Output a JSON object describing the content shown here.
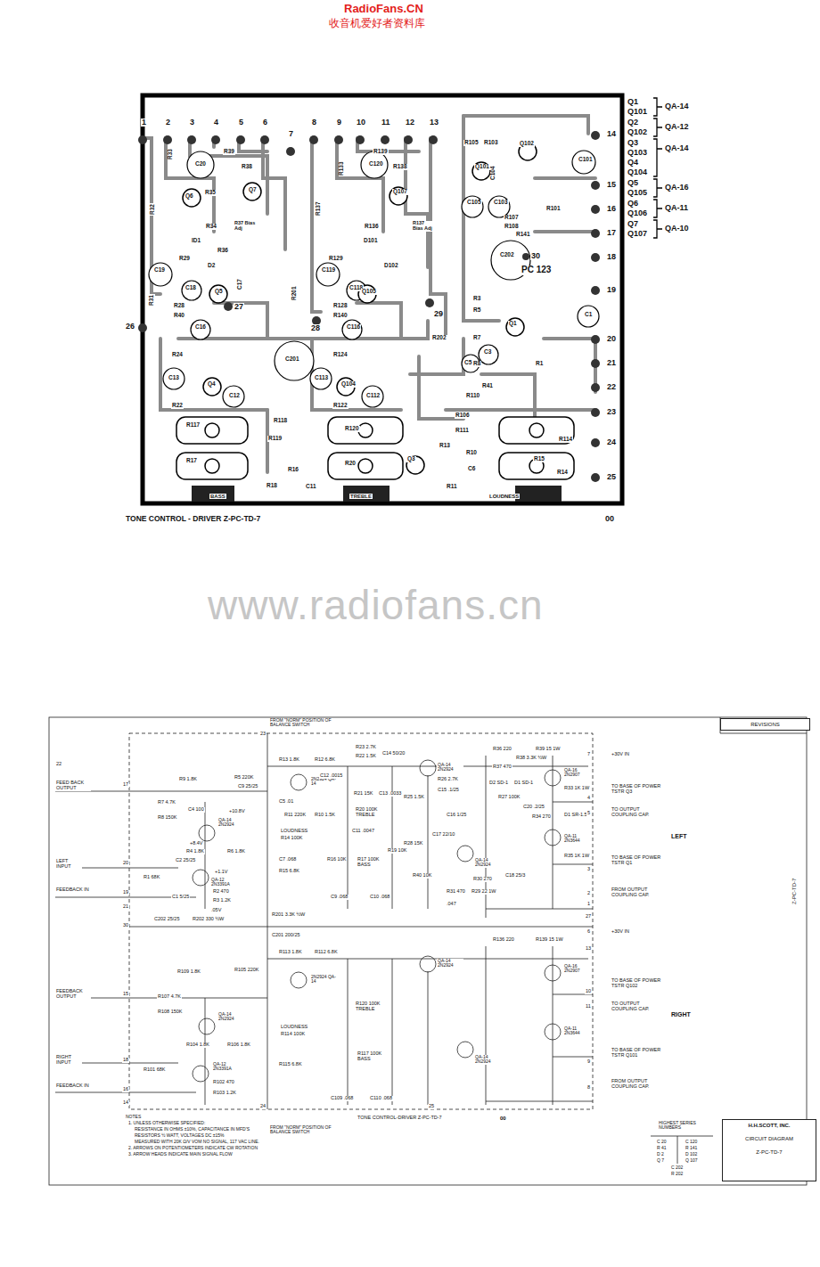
{
  "diagram": {
    "nodes": [
      {
        "text": [
          "REVISIONS"
        ]
      },
      {
        "text": [
          "H.H.SCOTT, INC.",
          "CIRCUIT DIAGRAM",
          "Z-PC-TD-7"
        ]
      }
    ],
    "labels": [
      "RadioFans.CN",
      "收音机爱好者资料库",
      "1",
      "2",
      "3",
      "4",
      "5",
      "6",
      "7",
      "8",
      "9",
      "10",
      "11",
      "12",
      "13",
      "14",
      "15",
      "16",
      "17",
      "18",
      "19",
      "20",
      "21",
      "22",
      "23",
      "24",
      "25",
      "26",
      "27",
      "28",
      "29",
      "30",
      "PC 123",
      "Q1",
      "Q101",
      "QA-14",
      "Q2",
      "Q102",
      "QA-12",
      "Q3",
      "Q103",
      "Q4",
      "Q104",
      "QA-14",
      "Q5",
      "Q105",
      "QA-16",
      "Q6",
      "Q106",
      "QA-11",
      "Q7",
      "Q107",
      "QA-10",
      "R33",
      "C20",
      "R39",
      "R38",
      "R32",
      "Q6",
      "R35",
      "Q7",
      "R34",
      "R37 Bias Adj",
      "ID1",
      "R36",
      "D2",
      "R29",
      "C19",
      "C18",
      "Q5",
      "R28",
      "R40",
      "R31",
      "C16",
      "C17",
      "R24",
      "C13",
      "Q4",
      "C12",
      "R22",
      "R117",
      "R17",
      "R119",
      "R118",
      "R16",
      "R18",
      "C11",
      "R120",
      "R20",
      "C201",
      "R201",
      "R137",
      "R133",
      "C120",
      "R139",
      "R138",
      "Q107",
      "R136",
      "D101",
      "R137 Bias Adj",
      "D102",
      "R129",
      "C119",
      "C118",
      "Q105",
      "R128",
      "R140",
      "C116",
      "R124",
      "C113",
      "Q104",
      "C112",
      "R122",
      "R202",
      "R7",
      "R8",
      "R41",
      "R110",
      "R106",
      "R111",
      "R13",
      "R10",
      "C6",
      "R11",
      "Q3",
      "R114",
      "R14",
      "R15",
      "C1",
      "C3",
      "C5",
      "Q1",
      "R3",
      "R5",
      "C202",
      "C103",
      "C105",
      "Q101",
      "Q102",
      "R105",
      "R103",
      "C101",
      "R101",
      "R107",
      "R108",
      "R141",
      "R1",
      "C104",
      "BASS",
      "TREBLE",
      "LOUDNESS",
      "TONE CONTROL - DRIVER Z-PC-TD-7",
      "00",
      "www.radiofans.cn",
      "FROM \"NORM\" POSITION OF BALANCE SWITCH",
      "23",
      "22",
      "FEED BACK OUTPUT",
      "17",
      "LEFT INPUT",
      "20",
      "FEEDBACK IN",
      "19",
      "21",
      "30",
      "FEEDBACK OUTPUT",
      "15",
      "RIGHT INPUT",
      "18",
      "FEEDBACK IN",
      "16",
      "14",
      "R9 1.8K",
      "R5 220K",
      "C9 25/25",
      "R7 4.7K",
      "C4 100",
      "R8 150K",
      "QA-14 2N2924",
      "+10.8V",
      "+8.4V",
      "R4 1.8K",
      "R6 1.8K",
      "C2 25/25",
      "R1 68K",
      "+1.1V",
      "QA-12 2N3391A",
      "R2 470",
      "C1 5/25",
      "R3 1.2K",
      ".05V",
      "C202 25/25",
      "R202 330 ½W",
      "R201 3.3K ½W",
      "C201 200/25",
      "R13 1.8K",
      "R12 6.8K",
      "2N2924 QA-14",
      "C5 .01",
      "R11 220K",
      "R10 1.5K",
      "LOUDNESS",
      "R14 100K",
      "C7 .068",
      "R15 6.8K",
      "R23 2.7K",
      "R22 1.5K",
      "C14 50/20",
      "C12 .0015",
      "R21 15K",
      "C13 .0033",
      "R20 100K TREBLE",
      "C11 .0047",
      "R16 10K",
      "R17 100K BASS",
      "R19 10K",
      "C9 .068",
      "C10 .068",
      "QA-14 2N2924",
      "R26 2.7K",
      "R25 1.5K",
      "C15 .1/25",
      "C16 1/25",
      "R28 15K",
      "C17 22/10",
      "QA-14 2N2924",
      "R40 10K",
      "C18 25/3",
      "R30 270",
      "R31 470",
      "R29 22 1W",
      ".047",
      "R36 220",
      "R39 15 1W",
      "R38 3.3K ½W",
      "R37 470",
      "D2 SD-1",
      "D1 SD-1",
      "R27 100K",
      "C20 .2/25",
      "QA-16 2N2907",
      "R33 1K 1W",
      "R34 270",
      "D1 SR-1.5",
      "QA-11 2N3644",
      "R35 1K 1W",
      "R109 1.8K",
      "R105 220K",
      "R107 4.7K",
      "R108 150K",
      "QA-14 2N2924",
      "R104 1.8K",
      "R106 1.8K",
      "R101 68K",
      "QA-12 2N3391A",
      "R102 470",
      "R103 1.2K",
      "2N2924 QA-14",
      "R113 1.8K",
      "R112 6.8K",
      "LOUDNESS",
      "R114 100K",
      "R115 6.8K",
      "R120 100K TREBLE",
      "R117 100K BASS",
      "C109 .068",
      "C110 .068",
      "QA-14 2N2924",
      "QA-14 2N2924",
      "R136 220",
      "R139 15 1W",
      "QA-16 2N2907",
      "QA-11 2N3644",
      "+30V IN",
      "7",
      "TO BASE OF POWER TSTR Q3",
      "4",
      "TO OUTPUT COUPLING CAP.",
      "5",
      "LEFT",
      "TO BASE OF POWER TSTR Q1",
      "3",
      "FROM OUTPUT COUPLING CAP.",
      "2",
      "1",
      "27",
      "+30V IN",
      "6",
      "13",
      "TO BASE OF POWER TSTR Q102",
      "10",
      "TO OUTPUT COUPLING CAP.",
      "11",
      "RIGHT",
      "TO BASE OF POWER TSTR Q101",
      "9",
      "FROM OUTPUT COUPLING CAP.",
      "8",
      "25",
      "24",
      "FROM \"NORM\" POSITION OF BALANCE SWITCH",
      "TONE CONTROL-DRIVER Z-PC-TD-7",
      "00",
      "NOTES",
      "1. UNLESS OTHERWISE SPECIFIED:",
      "RESISTANCE IN OHMS ±10%, CAPACITANCE IN MFD'S",
      "RESISTORS ½ WATT, VOLTAGES DC ±15%",
      "MEASURED WITH 20K Ω/V VOM NO SIGNAL, 117 VAC LINE.",
      "2. ARROWS ON POTENTIOMETERS INDICATE CW ROTATION",
      "3. ARROW HEADS INDICATE MAIN SIGNAL FLOW",
      "HIGHEST SERIES NUMBERS",
      "C 20",
      "C 120",
      "R 41",
      "R 141",
      "D 2",
      "D 102",
      "Q 7",
      "Q 107",
      "C 202",
      "R 202",
      "Z-PC-TD-7"
    ]
  }
}
